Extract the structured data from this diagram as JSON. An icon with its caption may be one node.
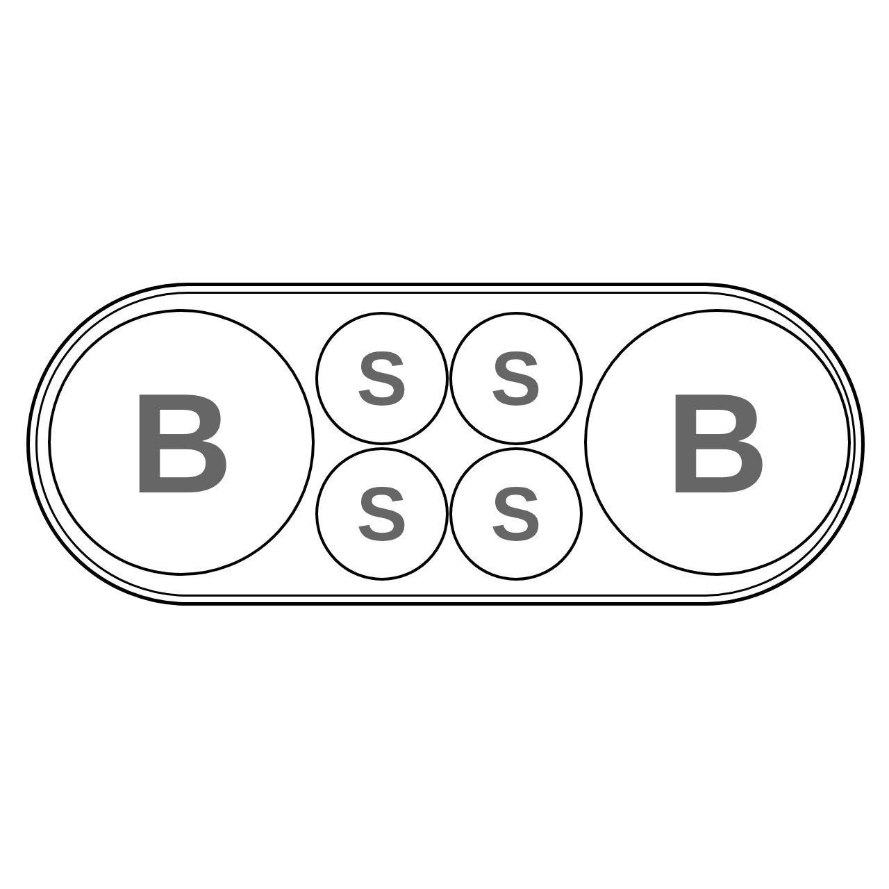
{
  "diagram": {
    "nodes": [
      {
        "text": [],
        "shape": "capsule"
      },
      {
        "text": [
          "B"
        ],
        "in": 0
      },
      {
        "text": [
          "S"
        ],
        "in": 0
      },
      {
        "text": [
          "S"
        ],
        "in": 0
      },
      {
        "text": [
          "S"
        ],
        "in": 0
      },
      {
        "text": [
          "S"
        ],
        "in": 0
      },
      {
        "text": [
          "B"
        ],
        "in": 0
      }
    ]
  }
}
